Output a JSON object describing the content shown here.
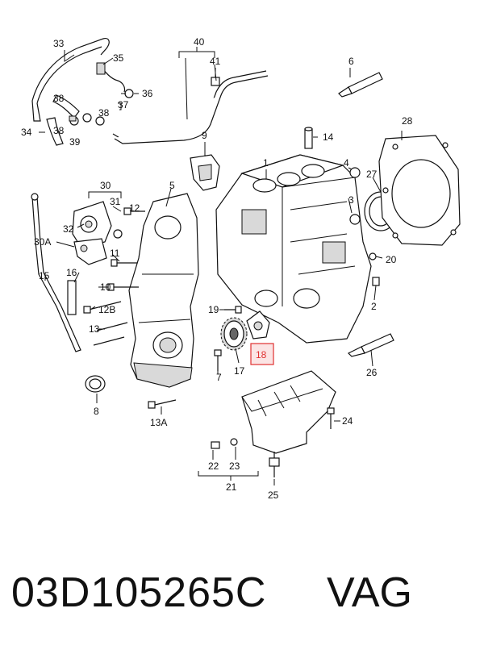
{
  "diagram": {
    "callouts": [
      "33",
      "35",
      "40",
      "41",
      "6",
      "36",
      "37",
      "38",
      "38",
      "34",
      "38",
      "39",
      "9",
      "14",
      "1",
      "28",
      "4",
      "27",
      "30",
      "31",
      "12",
      "5",
      "32",
      "3",
      "30A",
      "11",
      "16",
      "20",
      "15",
      "10",
      "2",
      "12B",
      "19",
      "13",
      "18",
      "17",
      "7",
      "26",
      "8",
      "13A",
      "24",
      "22",
      "23",
      "21",
      "25"
    ],
    "highlighted_callout": "18",
    "highlight_color": "#e03030"
  },
  "footer": {
    "part_number": "03D105265C",
    "brand": "VAG"
  }
}
